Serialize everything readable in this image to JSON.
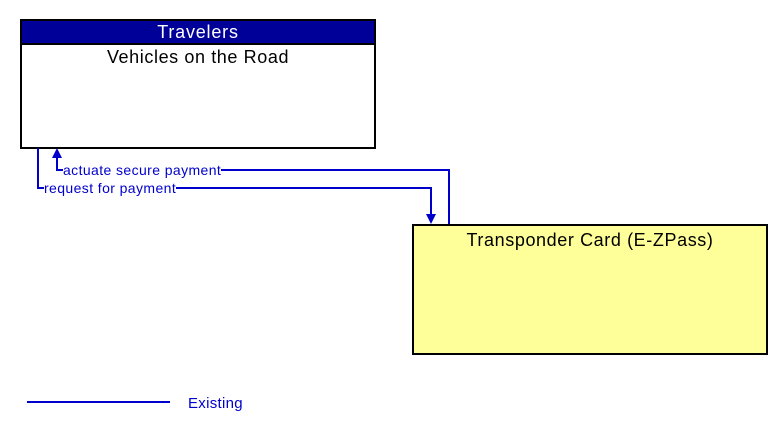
{
  "colors": {
    "line": "#0000CC",
    "flow_label_text": "#0000CC",
    "source_header_bg": "#000099",
    "source_header_text": "#FFFFFF",
    "source_body_bg": "#FFFFFF",
    "target_bg": "#FFFF99",
    "box_border": "#000000",
    "title_text": "#000000"
  },
  "source_box": {
    "header": "Travelers",
    "title": "Vehicles on the Road"
  },
  "target_box": {
    "title": "Transponder Card (E-ZPass)"
  },
  "flows": [
    {
      "label": "actuate secure payment",
      "from": "Transponder Card (E-ZPass)",
      "to": "Vehicles on the Road",
      "arrow": "up-into-source-box"
    },
    {
      "label": "request for payment",
      "from": "Vehicles on the Road",
      "to": "Transponder Card (E-ZPass)",
      "arrow": "down-into-target-box"
    }
  ],
  "legend": {
    "label": "Existing",
    "line_style": "solid"
  }
}
